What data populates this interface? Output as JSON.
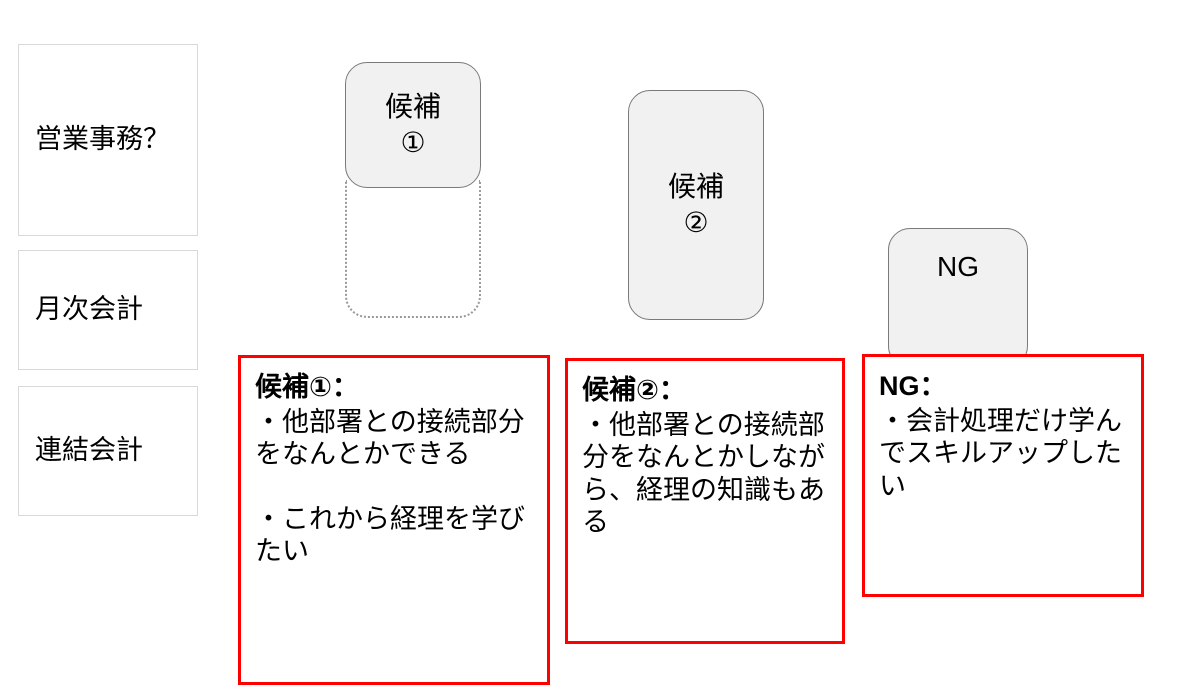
{
  "slide": {
    "background_color": "#ffffff",
    "accent_color": "#ff0000",
    "card_fill": "#f1f1f1",
    "card_border": "#7a7a7a"
  },
  "left_column": {
    "items": [
      {
        "label": "営業事務？"
      },
      {
        "label": "月次会計"
      },
      {
        "label": "連結会計"
      }
    ]
  },
  "cards": [
    {
      "id": "candidate-1",
      "label": "候補\n①"
    },
    {
      "id": "candidate-2",
      "label": "候補\n②"
    },
    {
      "id": "ng",
      "label": "NG"
    }
  ],
  "annotations": [
    {
      "id": "candidate-1",
      "title": "候補①：",
      "body": "・他部署との接続部分をなんとかできる\n\n・これから経理を学びたい"
    },
    {
      "id": "candidate-2",
      "title": "候補②：",
      "body": "・他部署との接続部分をなんとかしながら、経理の知識もある"
    },
    {
      "id": "ng",
      "title": "NG：",
      "body": "・会計処理だけ学んでスキルアップしたい"
    }
  ]
}
